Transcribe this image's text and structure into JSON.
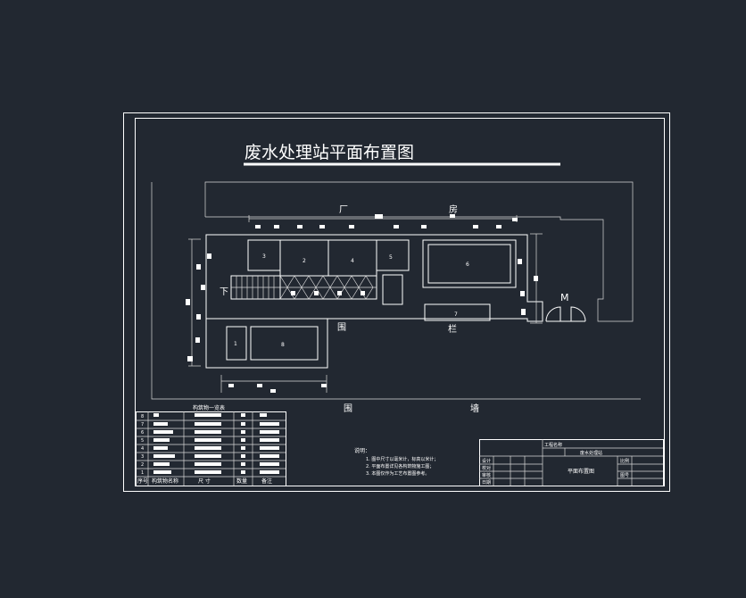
{
  "drawing": {
    "title": "废水处理站平面布置图",
    "factory_building": {
      "left_char": "厂",
      "right_char": "房"
    },
    "fence": {
      "left_char": "围",
      "right_char": "栏"
    },
    "outer_wall": {
      "left_char": "围",
      "right_char": "墙"
    },
    "stair_down": "下",
    "gate": "M",
    "tanks": {
      "t1": "3",
      "t2": "2",
      "t3": "4",
      "t4": "5",
      "t5": "6",
      "t6": "7",
      "t7": "1",
      "t8": "8"
    }
  },
  "equipment_table": {
    "caption": "构筑物一览表",
    "footer": {
      "no": "序号",
      "name": "构筑物名称",
      "size": "尺 寸",
      "qty": "数量",
      "remark": "备注"
    },
    "row_numbers": [
      "8",
      "7",
      "6",
      "5",
      "4",
      "3",
      "2",
      "1"
    ]
  },
  "notes": {
    "heading": "说明：",
    "items": [
      "1. 图中尺寸以毫米计，标高以米计；",
      "2. 平面布置详见各构筑物施工图；",
      "3. 本图仅作为工艺布置图参考。"
    ]
  },
  "title_block": {
    "drawing_name": "平面布置图",
    "project": "废水处理站",
    "cells": [
      "工程名称",
      "设计",
      "校对",
      "审核",
      "日期",
      "比例",
      "图号"
    ]
  },
  "colors": {
    "background": "#222831",
    "lines": "#ffffff"
  }
}
